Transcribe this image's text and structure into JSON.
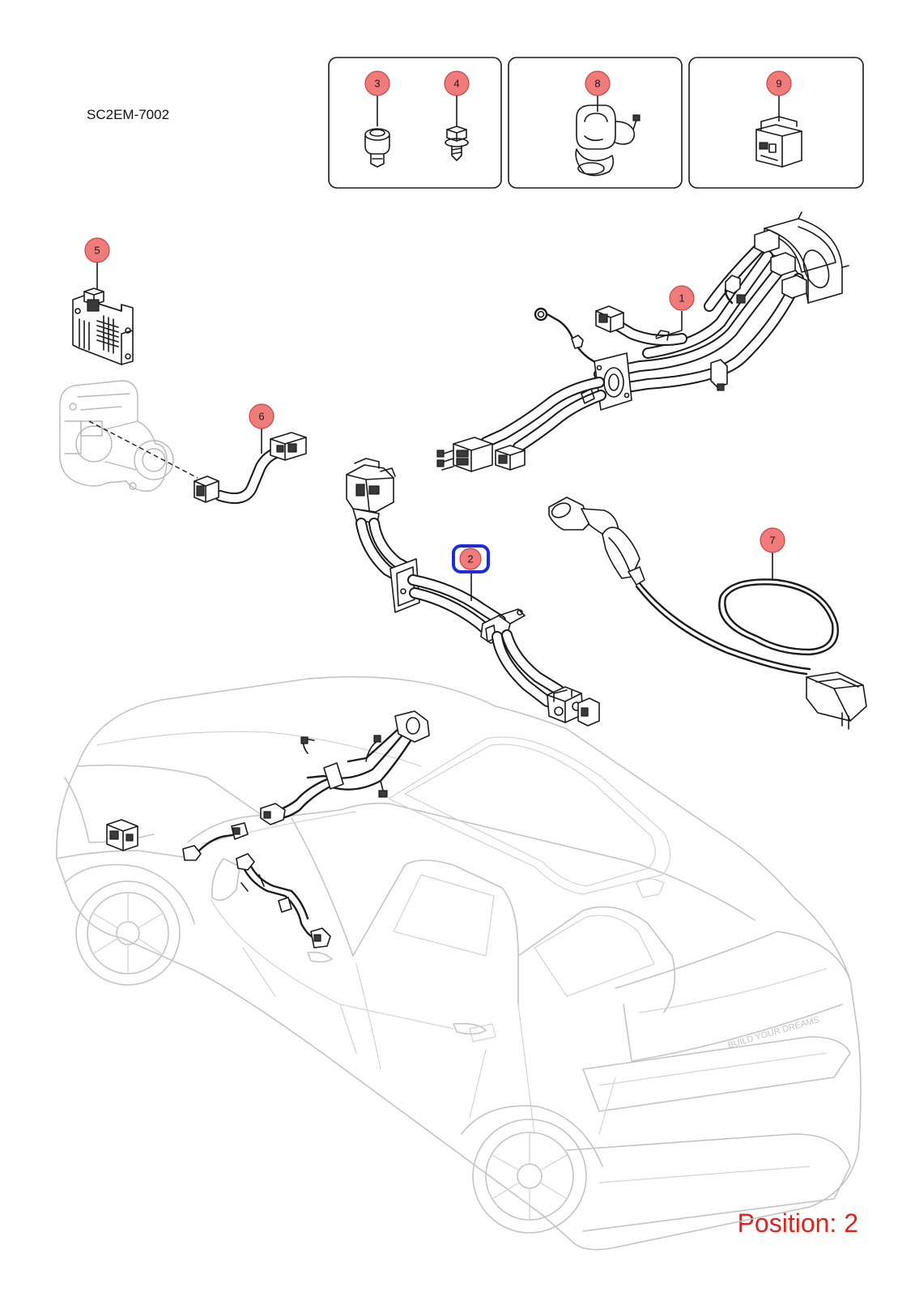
{
  "diagram_code": "SC2EM-7002",
  "position_label": "Position: 2",
  "highlight_color": "#1a2be0",
  "position_color": "#e0221c",
  "callout_color": "#f07b7b",
  "callouts": {
    "c1": "1",
    "c2": "2",
    "c3": "3",
    "c4": "4",
    "c5": "5",
    "c6": "6",
    "c7": "7",
    "c8": "8",
    "c9": "9"
  },
  "selected_callout": "2",
  "rear_badge_text": "BUILD YOUR DREAMS"
}
